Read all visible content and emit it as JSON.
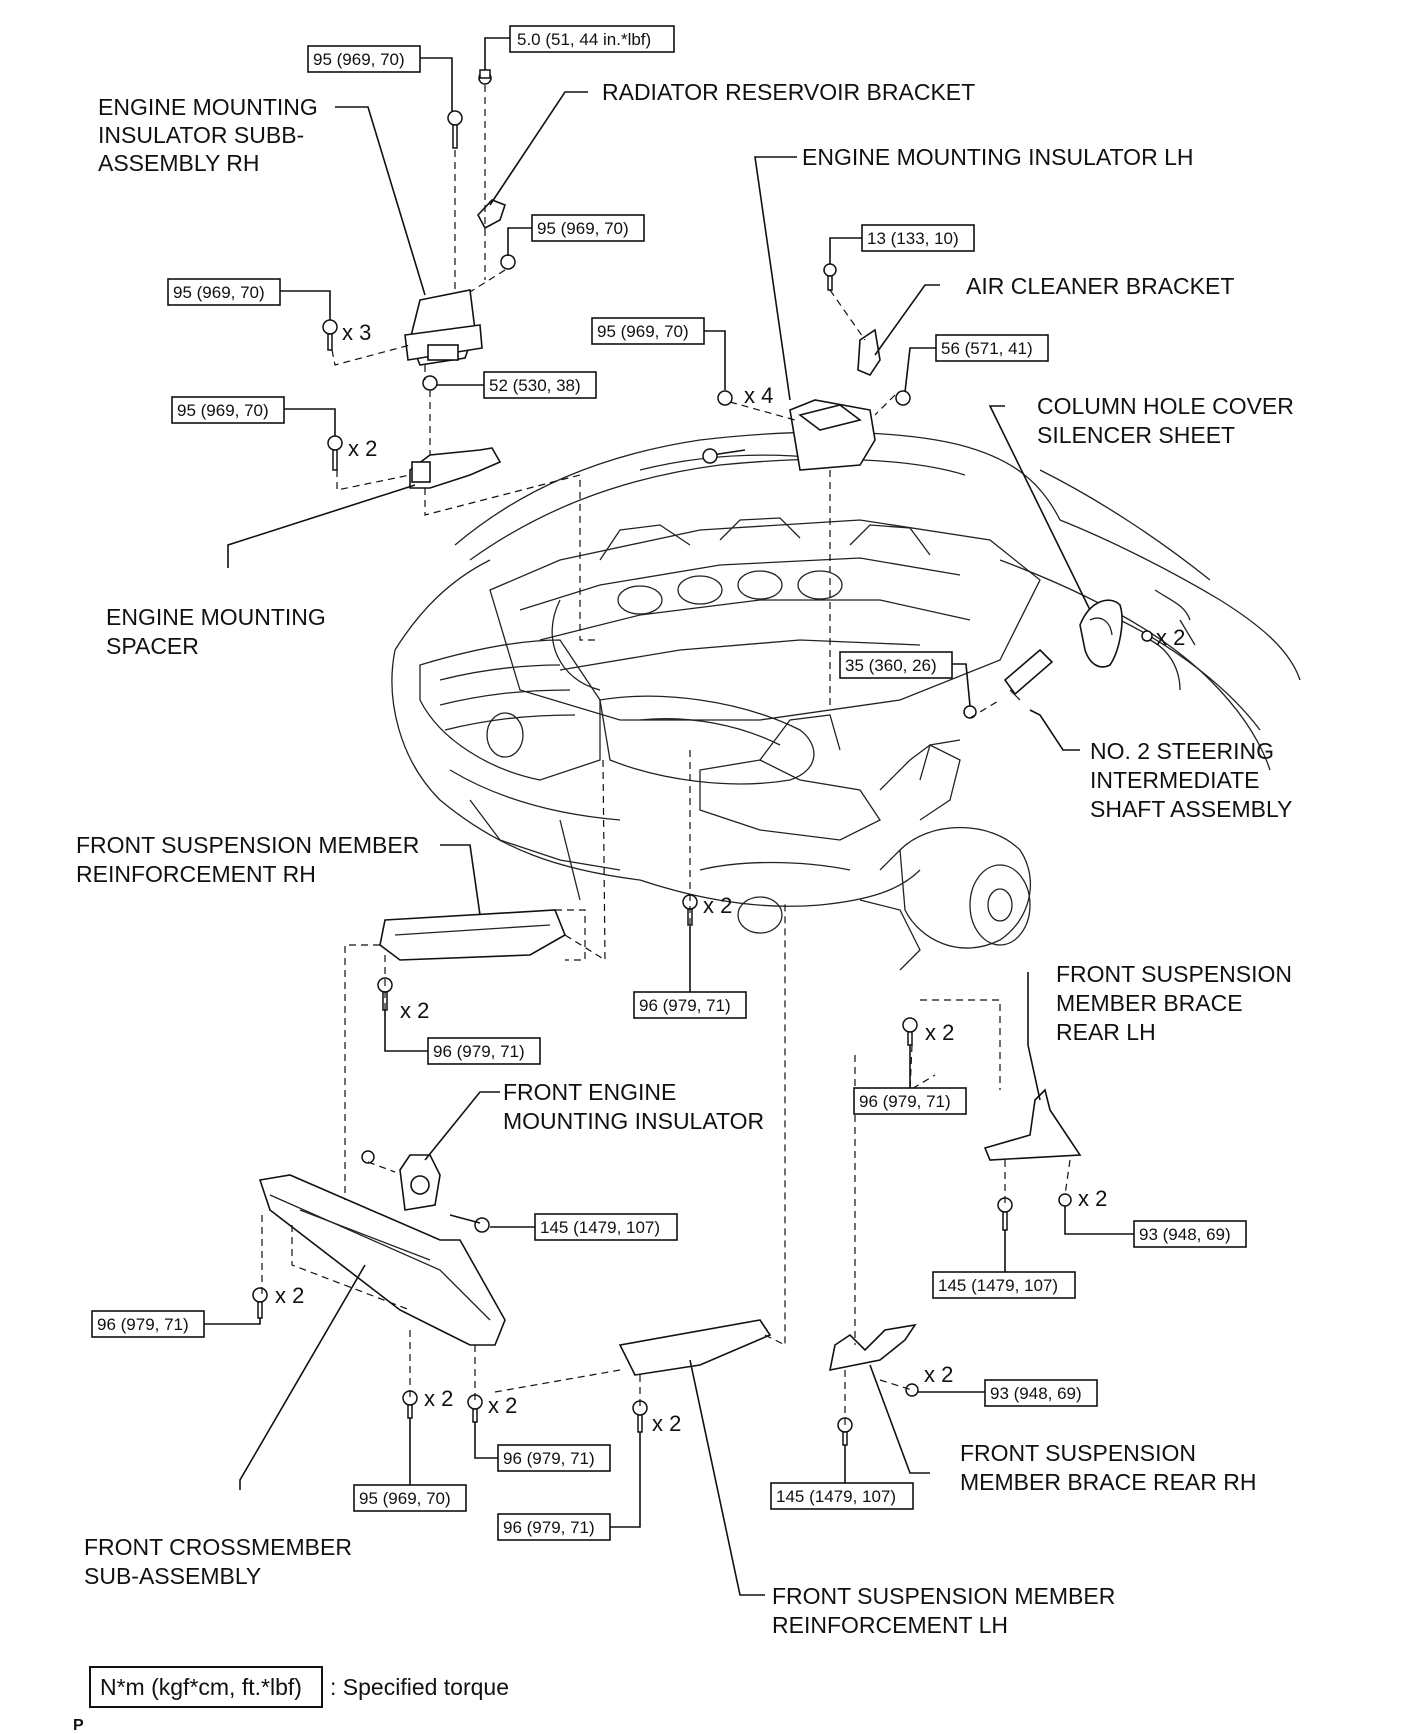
{
  "labels": {
    "engine_mounting_insulator_rh": [
      "ENGINE MOUNTING",
      "INSULATOR SUBB-",
      "ASSEMBLY RH"
    ],
    "radiator_reservoir_bracket": [
      "RADIATOR RESERVOIR BRACKET"
    ],
    "engine_mounting_insulator_lh": [
      "ENGINE MOUNTING INSULATOR LH"
    ],
    "air_cleaner_bracket": [
      "AIR CLEANER BRACKET"
    ],
    "column_hole_cover": [
      "COLUMN HOLE COVER",
      "SILENCER SHEET"
    ],
    "engine_mounting_spacer": [
      "ENGINE MOUNTING",
      "SPACER"
    ],
    "steering_shaft": [
      "NO. 2 STEERING",
      "INTERMEDIATE",
      "SHAFT ASSEMBLY"
    ],
    "reinforcement_rh": [
      "FRONT SUSPENSION MEMBER",
      "REINFORCEMENT RH"
    ],
    "brace_rear_lh": [
      "FRONT SUSPENSION",
      "MEMBER BRACE",
      "REAR LH"
    ],
    "front_engine_mounting_insulator": [
      "FRONT ENGINE",
      "MOUNTING INSULATOR"
    ],
    "brace_rear_rh": [
      "FRONT SUSPENSION",
      "MEMBER BRACE REAR RH"
    ],
    "front_crossmember": [
      "FRONT CROSSMEMBER",
      "SUB-ASSEMBLY"
    ],
    "reinforcement_lh": [
      "FRONT SUSPENSION MEMBER",
      "REINFORCEMENT LH"
    ]
  },
  "torques": {
    "t_5_0": "5.0 (51, 44 in.*lbf)",
    "t_95_top": "95 (969, 70)",
    "t_95_mid": "95 (969, 70)",
    "t_95_x3": "95 (969, 70)",
    "t_52": "52 (530, 38)",
    "t_95_x2": "95 (969, 70)",
    "t_13": "13 (133, 10)",
    "t_95_x4": "95 (969, 70)",
    "t_56": "56 (571, 41)",
    "t_35": "35 (360, 26)",
    "t_96_center": "96 (979, 71)",
    "t_96_reinf_rh": "96 (979, 71)",
    "t_96_right": "96 (979, 71)",
    "t_145_insulator": "145 (1479, 107)",
    "t_93_lh": "93 (948, 69)",
    "t_145_lh": "145 (1479, 107)",
    "t_96_cross_left": "96 (979, 71)",
    "t_96_cross_mid": "96 (979, 71)",
    "t_95_cross": "95 (969, 70)",
    "t_96_reinf_lh": "96 (979, 71)",
    "t_93_rh": "93 (948, 69)",
    "t_145_rh": "145 (1479, 107)"
  },
  "multipliers": {
    "m_x3": "x 3",
    "m_x2_spacer": "x 2",
    "m_x4": "x 4",
    "m_x2_column": "x 2",
    "m_x2_center": "x 2",
    "m_x2_reinf_rh": "x 2",
    "m_x2_right": "x 2",
    "m_x2_brace_lh": "x 2",
    "m_x2_cross_left": "x 2",
    "m_x2_cross_a": "x 2",
    "m_x2_cross_b": "x 2",
    "m_x2_reinf_lh": "x 2",
    "m_x2_brace_rh": "x 2"
  },
  "legend": {
    "box_text": "N*m (kgf*cm, ft.*lbf)",
    "description": ": Specified torque"
  },
  "footer_mark": "P"
}
